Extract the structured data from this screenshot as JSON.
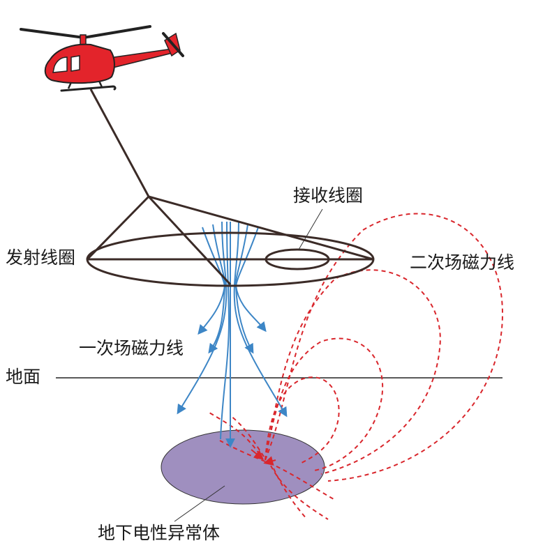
{
  "labels": {
    "transmit_coil": "发射线圈",
    "receive_coil": "接收线圈",
    "secondary_field_lines": "二次场磁力线",
    "primary_field_lines": "一次场磁力线",
    "ground_surface": "地面",
    "anomaly_body": "地下电性异常体"
  },
  "colors": {
    "helicopter_body": "#e3242b",
    "primary_field": "#3d86c6",
    "secondary_field": "#d9262c",
    "anomaly_fill": "#9f8fbf",
    "cable": "#3b2b27"
  },
  "icons": {
    "aircraft": "helicopter-icon"
  }
}
